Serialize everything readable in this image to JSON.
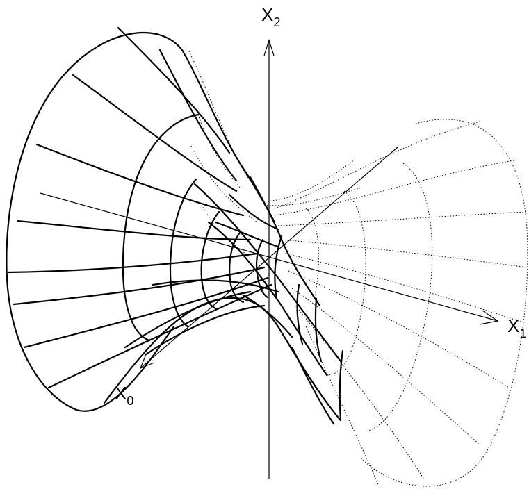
{
  "axes": {
    "x0": {
      "label": "X",
      "sub": "0"
    },
    "x1": {
      "label": "X",
      "sub": "1"
    },
    "x2": {
      "label": "X",
      "sub": "2"
    }
  },
  "colors": {
    "stroke": "#000000",
    "background": "#ffffff"
  }
}
